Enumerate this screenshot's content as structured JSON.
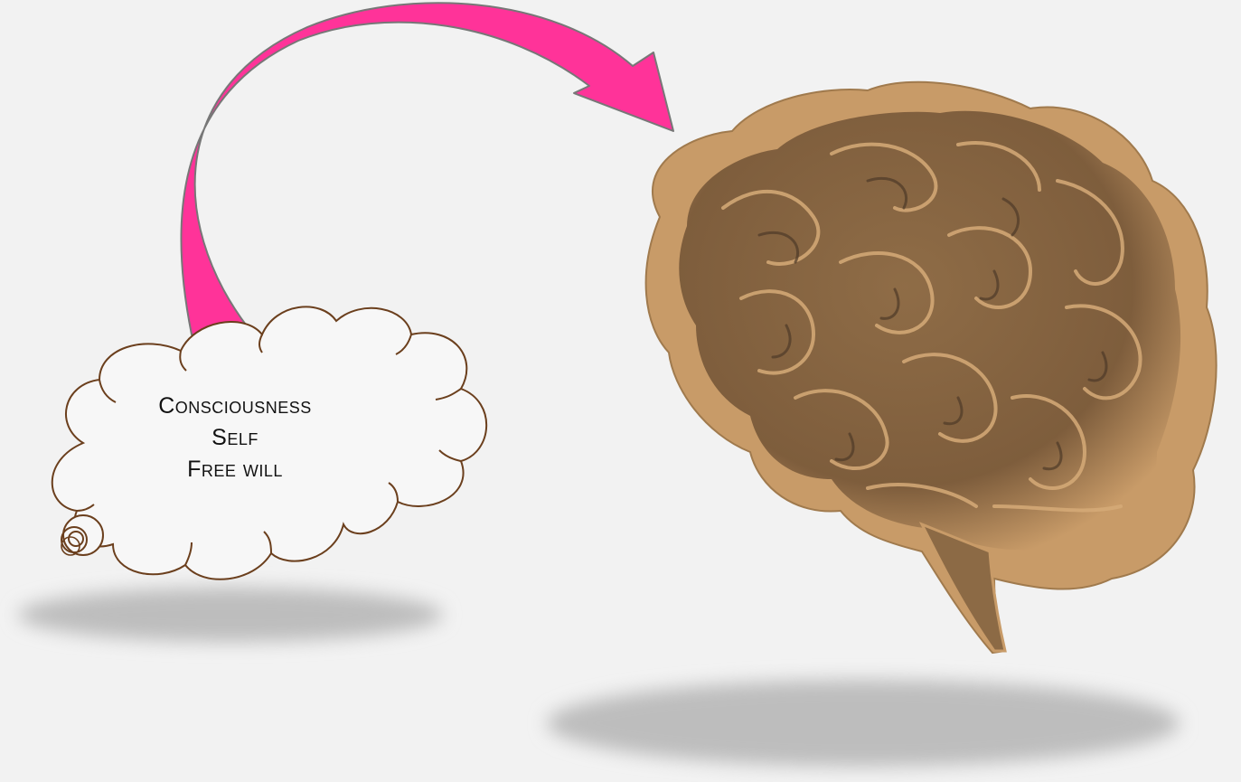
{
  "cloud": {
    "lines": [
      "Consciousness",
      "Self",
      "Free will"
    ]
  },
  "colors": {
    "background": "#f2f2f2",
    "arrow": "#ff3399",
    "cloud_outline": "#6b3f1d",
    "brain_light": "#c89b68",
    "brain_mid": "#8c6a45",
    "brain_dark": "#5a4430",
    "shadow": "#bdbdbd"
  },
  "icons": {
    "arrow": "curved-arrow-icon",
    "cloud": "thought-cloud-icon",
    "brain": "brain-icon"
  }
}
